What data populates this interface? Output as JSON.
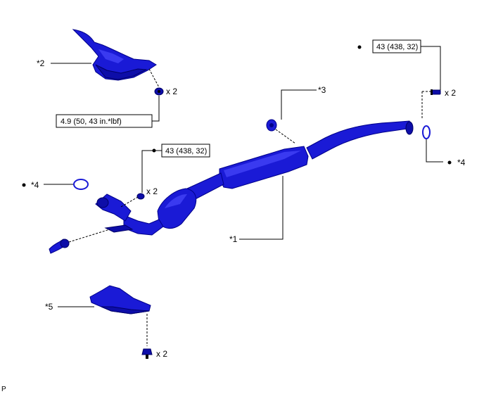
{
  "callouts": {
    "c1": "*1",
    "c2": "*2",
    "c3": "*3",
    "c4_right": "*4",
    "c4_left": "*4",
    "c5": "*5"
  },
  "torques": {
    "heat_insulator_nut": "4.9 (50, 43 in.*lbf)",
    "front_pipe_nut": "43 (438, 32)",
    "tail_pipe_bolt": "43 (438, 32)"
  },
  "quantities": {
    "q_insulator_nut": "x 2",
    "q_front_nut": "x 2",
    "q_tail_bolt": "x 2",
    "q_clip": "x 2"
  },
  "corner_code": "P",
  "colors": {
    "part": "#1a1ad6",
    "line": "#000000"
  },
  "icons": [
    "bullet-dot-icon"
  ]
}
